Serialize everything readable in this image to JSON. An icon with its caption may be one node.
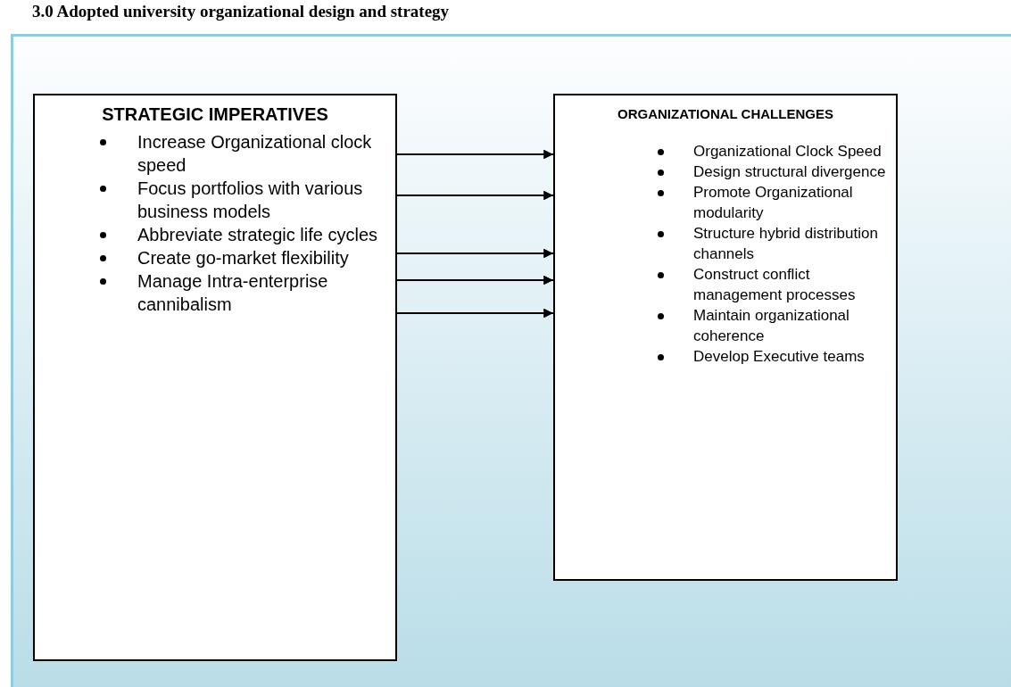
{
  "diagram": {
    "title": "3.0 Adopted university organizational design and strategy",
    "nodes": [
      {
        "text": [
          "STRATEGIC IMPERATIVES",
          "Increase Organizational clock speed",
          "Focus portfolios with various business models",
          "Abbreviate strategic life cycles",
          "Create go-market flexibility",
          "Manage Intra-enterprise cannibalism"
        ]
      },
      {
        "text": [
          "ORGANIZATIONAL CHALLENGES",
          "Organizational Clock Speed",
          "Design structural divergence",
          "Promote Organizational modularity",
          "Structure hybrid distribution channels",
          "Construct conflict management processes",
          "Maintain organizational coherence",
          "Develop Executive teams"
        ]
      }
    ],
    "edges": [
      {
        "from": 0,
        "to": 1,
        "arrow": "to"
      },
      {
        "from": 0,
        "to": 1,
        "arrow": "to"
      },
      {
        "from": 0,
        "to": 1,
        "arrow": "to"
      },
      {
        "from": 0,
        "to": 1,
        "arrow": "to"
      },
      {
        "from": 0,
        "to": 1,
        "arrow": "to"
      }
    ]
  }
}
